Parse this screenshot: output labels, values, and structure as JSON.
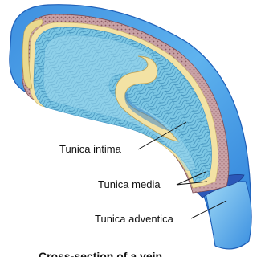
{
  "labels": {
    "tunica_intima": "Tunica intima",
    "tunica_media": "Tunica media",
    "tunica_adventica": "Tunica adventica"
  },
  "caption": "Cross-section of a vein",
  "colors": {
    "adventitia_outer": "#1e6fd0",
    "adventitia": "#4aa3e8",
    "adventitia_light": "#8fcdf4",
    "media": "#c9a2a6",
    "media_dots": "#8a5a60",
    "elastic_band": "#f3e2a4",
    "intima": "#6fc0e0",
    "lumen": "#9dd8ee",
    "cell_lines": "#2f7fae"
  }
}
